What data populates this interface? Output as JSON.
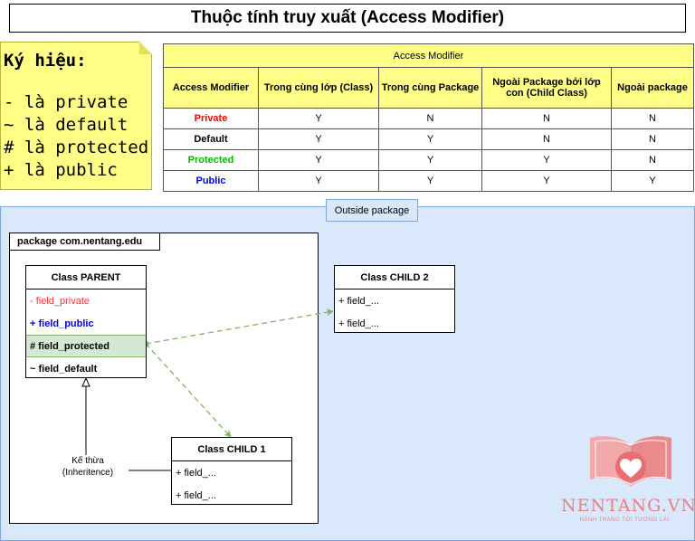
{
  "title": "Thuộc tính truy xuất (Access Modifier)",
  "legend": {
    "title": "Ký hiệu:",
    "items": [
      "- là private",
      "~ là default",
      "# là protected",
      "+ là public"
    ]
  },
  "table": {
    "group_header": "Access Modifier",
    "columns": [
      "Access Modifier",
      "Trong cùng lớp (Class)",
      "Trong cùng Package",
      "Ngoài Package bởi lớp con (Child Class)",
      "Ngoài package"
    ],
    "rows": [
      {
        "modifier": "Private",
        "color": "#ff0000",
        "cells": [
          "Y",
          "N",
          "N",
          "N"
        ]
      },
      {
        "modifier": "Default",
        "color": "#000000",
        "cells": [
          "Y",
          "Y",
          "N",
          "N"
        ]
      },
      {
        "modifier": "Protected",
        "color": "#00bb00",
        "cells": [
          "Y",
          "Y",
          "Y",
          "N"
        ]
      },
      {
        "modifier": "Public",
        "color": "#0000dd",
        "cells": [
          "Y",
          "Y",
          "Y",
          "Y"
        ]
      }
    ]
  },
  "outside_label": "Outside package",
  "package_label": "package com.nentang.edu",
  "parent": {
    "name": "Class PARENT",
    "fields": [
      {
        "text": "- field_private",
        "color": "#ff3333",
        "bold": false
      },
      {
        "text": "+ field_public",
        "color": "#0000dd",
        "bold": true
      },
      {
        "text": "# field_protected",
        "color": "#000000",
        "bold": true,
        "highlight": "#d5e8d4"
      },
      {
        "text": "~ field_default",
        "color": "#000000",
        "bold": true
      }
    ]
  },
  "child1": {
    "name": "Class CHILD 1",
    "fields": [
      "+ field_...",
      "+ field_..."
    ]
  },
  "child2": {
    "name": "Class CHILD 2",
    "fields": [
      "+ field_...",
      "+ field_..."
    ]
  },
  "inheritance_label": "Kế thừa\n(Inheritence)",
  "colors": {
    "note_yellow": "#ffff88",
    "outside_blue": "#dae8fc",
    "dashed_green": "#82b366",
    "logo_pink": "#ea7f82"
  },
  "logo": {
    "name": "NENTANG.VN",
    "tagline": "HÀNH TRANG TỚI TƯƠNG LAI"
  }
}
